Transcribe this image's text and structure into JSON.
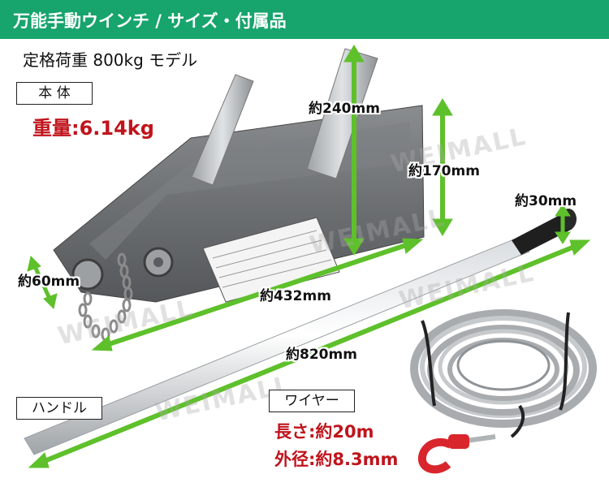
{
  "header": {
    "title": "万能手動ウインチ / サイズ・付属品"
  },
  "subtitle": "定格荷重 800kg モデル",
  "sections": {
    "body_label": "本 体",
    "handle_label": "ハンドル",
    "wire_label": "ワイヤー"
  },
  "specs": {
    "weight": "重量:6.14kg",
    "wire_length": "長さ:約20m",
    "wire_diameter": "外径:約8.3mm"
  },
  "dimensions": {
    "body_height": "約240mm",
    "body_height_inner": "約170mm",
    "grip": "約30mm",
    "body_width": "約60mm",
    "body_length": "約432mm",
    "handle_length": "約820mm"
  },
  "watermark": "WEIMALL",
  "colors": {
    "header": "#17a46d",
    "arrow": "#5ec02a",
    "spec_text": "#c0141c",
    "hook": "#d8262c"
  }
}
